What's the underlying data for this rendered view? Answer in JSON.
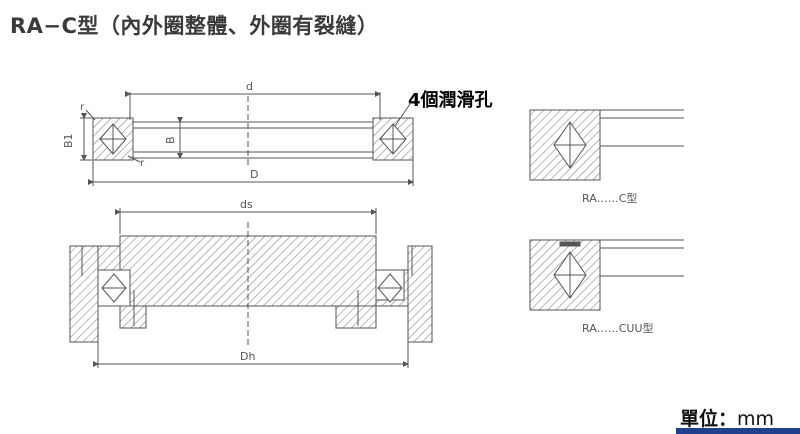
{
  "title": "RA−C型（內外圈整體、外圈有裂縫）",
  "callout": "4個潤滑孔",
  "unit": {
    "label": "單位：",
    "value": "mm"
  },
  "dims": {
    "d": "d",
    "D": "D",
    "B": "B",
    "B1": "B1",
    "r1": "r",
    "r2": "r",
    "ds": "ds",
    "Dh": "Dh"
  },
  "variants": {
    "c_type": "RA……C型",
    "cuu_type": "RA……CUU型"
  },
  "colors": {
    "line": "#555555",
    "hatch": "#8a8a8a",
    "accent": "#1f3f8f"
  }
}
